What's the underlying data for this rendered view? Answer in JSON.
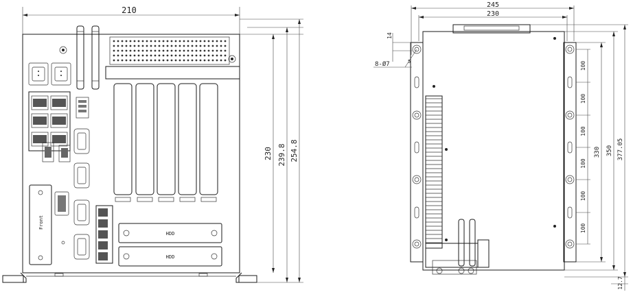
{
  "front_view": {
    "width_dim": "210",
    "height_dims": [
      "230",
      "239.8",
      "254.8"
    ],
    "drive_label": "HDD",
    "side_label": "Front"
  },
  "side_view": {
    "width_dims": [
      "245",
      "230"
    ],
    "hole_spec": "8-Ø7",
    "hole_offset": "14",
    "hole_margin": "5",
    "pitch_dims": [
      "100",
      "100",
      "100",
      "100",
      "100",
      "100"
    ],
    "height_dims": [
      "330",
      "350",
      "377.05"
    ],
    "foot_dim": "12.7"
  }
}
